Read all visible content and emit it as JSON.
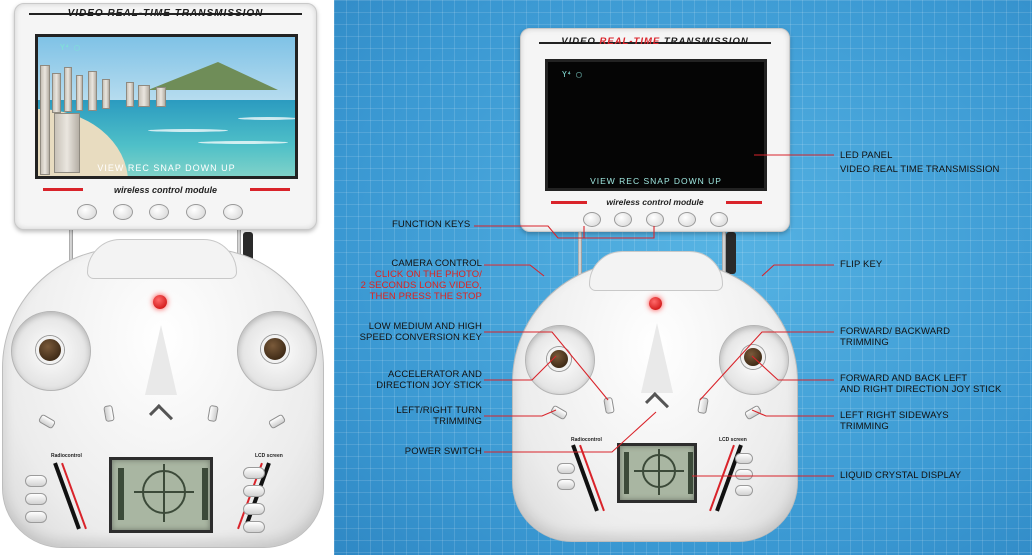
{
  "monitor": {
    "title_part1": "VIDEO ",
    "title_accent": "REAL-TIME",
    "title_part2": " TRANSMISSION",
    "status_icons": "Y⁴ ▢",
    "menu": "VIEW  REC  SNAP  DOWN    UP",
    "menu_photo": "VIEW  REC  SNAP  DOWN    UP",
    "module_label": "wireless control module"
  },
  "controller": {
    "left_brand": "Radiocontrol",
    "lcd_label": "LCD screen"
  },
  "annotations": {
    "function_keys": "FUNCTION KEYS",
    "camera_control_title": "CAMERA CONTROL",
    "camera_control_line1": "CLICK ON THE PHOTO/",
    "camera_control_line2": "2 SECONDS LONG VIDEO,",
    "camera_control_line3": "THEN PRESS THE STOP",
    "speed_line1": "LOW MEDIUM AND HIGH",
    "speed_line2": "SPEED CONVERSION KEY",
    "accel_line1": "ACCELERATOR AND",
    "accel_line2": "DIRECTION JOY STICK",
    "turn_line1": "LEFT/RIGHT TURN",
    "turn_line2": "TRIMMING",
    "power_switch": "POWER SWITCH",
    "led_line1": "LED PANEL",
    "led_line2": "VIDEO REAL TIME TRANSMISSION",
    "flip_key": "FLIP KEY",
    "fb_trim_line1": "FORWARD/ BACKWARD",
    "fb_trim_line2": "TRIMMING",
    "fb_stick_line1": "FORWARD AND BACK LEFT",
    "fb_stick_line2": "AND RIGHT DIRECTION JOY STICK",
    "sideways_line1": "LEFT RIGHT SIDEWAYS",
    "sideways_line2": "TRIMMING",
    "lcd_display": "LIQUID CRYSTAL DISPLAY"
  },
  "colors": {
    "blueprint_bg": "#3f9fd6",
    "leader_red": "#d9232a",
    "accent_red": "#e0221d",
    "label_text": "#111111"
  }
}
